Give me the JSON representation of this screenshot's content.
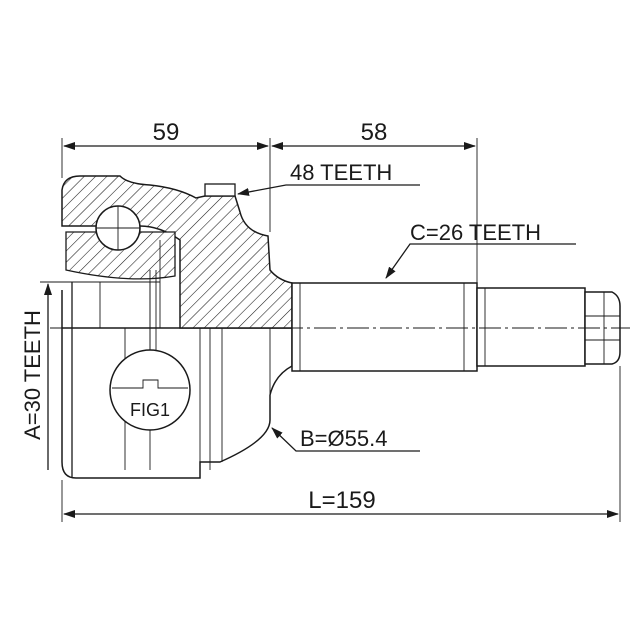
{
  "dimensions": {
    "width_left": "59",
    "width_right": "58",
    "total_length": "L=159"
  },
  "labels": {
    "outer_teeth": "48 TEETH",
    "shaft_spline": "C=26 TEETH",
    "inner_spline": "A=30 TEETH",
    "diameter": "B=Ø55.4",
    "figure": "FIG1"
  }
}
